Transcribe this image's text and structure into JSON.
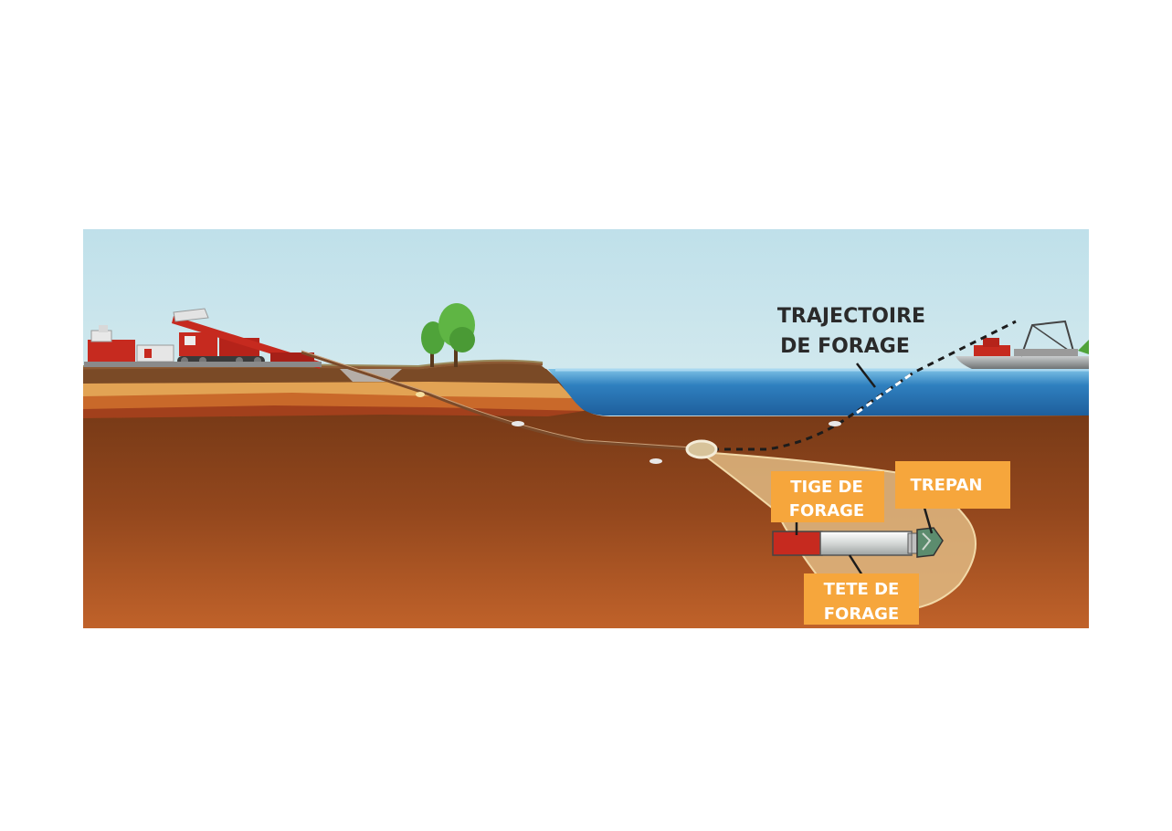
{
  "labels": {
    "trajectory": {
      "line1": "TRAJECTOIRE",
      "line2": "DE FORAGE"
    },
    "drill_rod": {
      "line1": "TIGE DE",
      "line2": "FORAGE"
    },
    "drill_bit": {
      "line1": "TREPAN"
    },
    "drill_head": {
      "line1": "TETE DE",
      "line2": "FORAGE"
    }
  },
  "colors": {
    "sky_top": "#bfe0ea",
    "sky_bottom": "#f1f7f4",
    "water": "#2b7ab8",
    "water_light": "#6fb7e0",
    "soil_top": "#6b3414",
    "soil_bottom": "#c0622a",
    "label_box": "#f6a63c",
    "machine_red": "#c62a1f"
  }
}
